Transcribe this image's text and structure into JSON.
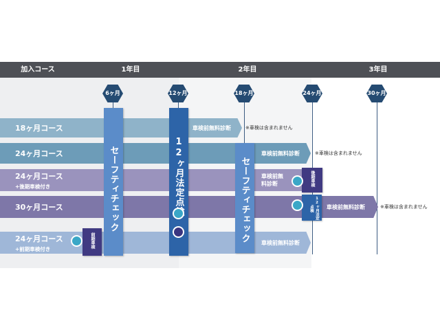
{
  "header": {
    "col_course": "加入コース",
    "year1": "1年目",
    "year2": "2年目",
    "year3": "3年目"
  },
  "markers": [
    {
      "label": "6ヶ月"
    },
    {
      "label": "12ヶ月"
    },
    {
      "label": "18ヶ月"
    },
    {
      "label": "24ヶ月"
    },
    {
      "label": "30ヶ月"
    }
  ],
  "courses": [
    {
      "label": "18ヶ月コース",
      "sub": "",
      "arrow_text": "車検前無料診断",
      "note": "※車検は含まれません"
    },
    {
      "label": "24ヶ月コース",
      "sub": "",
      "arrow_text": "車検前無料診断",
      "note": "※車検は含まれません"
    },
    {
      "label": "24ヶ月コース",
      "sub": "+後期車検付き",
      "arrow_text": "車検前無料診断",
      "note": ""
    },
    {
      "label": "30ヶ月コース",
      "sub": "",
      "arrow_text": "車検前無料診断",
      "note": "※車検は含まれません"
    },
    {
      "label": "24ヶ月コース",
      "sub": "+前期車検付き",
      "arrow_text": "車検前無料診断",
      "note": ""
    }
  ],
  "checks": {
    "safety_check": "セーフティチェック",
    "legal_inspection": "12ヶ月法定点検"
  },
  "inspection_tags": {
    "early": "前期車検",
    "late": "後期車検",
    "legal_small": "12ヶ月法定点検"
  },
  "colors": {
    "header": "#4e5056",
    "hex": "#254b72",
    "safety_bar": "#5b8cc9",
    "legal_bar": "#2d64a8",
    "tag": "#403a82"
  },
  "icons": [
    "oil-can-icon",
    "wiper-icon"
  ]
}
